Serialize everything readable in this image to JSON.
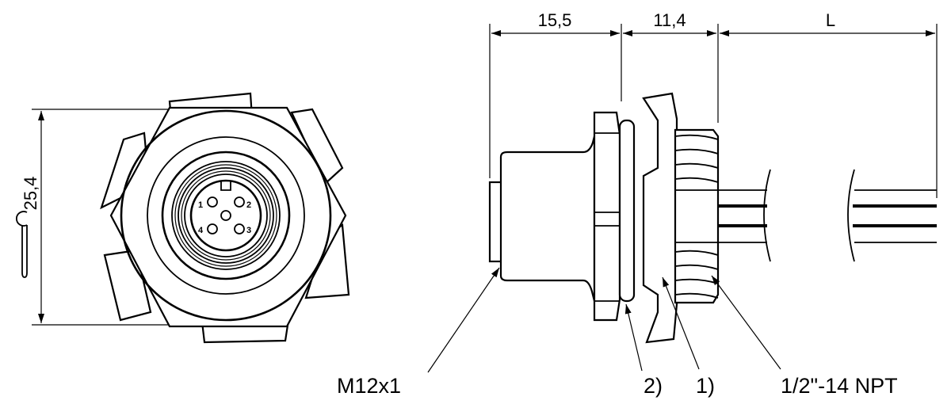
{
  "dimensions": {
    "dim_a": "15,5",
    "dim_b": "11,4",
    "dim_c": "L",
    "height": "25,4"
  },
  "pins": [
    "1",
    "2",
    "3",
    "4"
  ],
  "callouts": {
    "thread_front": "M12x1",
    "item_2": "2)",
    "item_1": "1)",
    "thread_rear": "1/2\"-14 NPT"
  }
}
